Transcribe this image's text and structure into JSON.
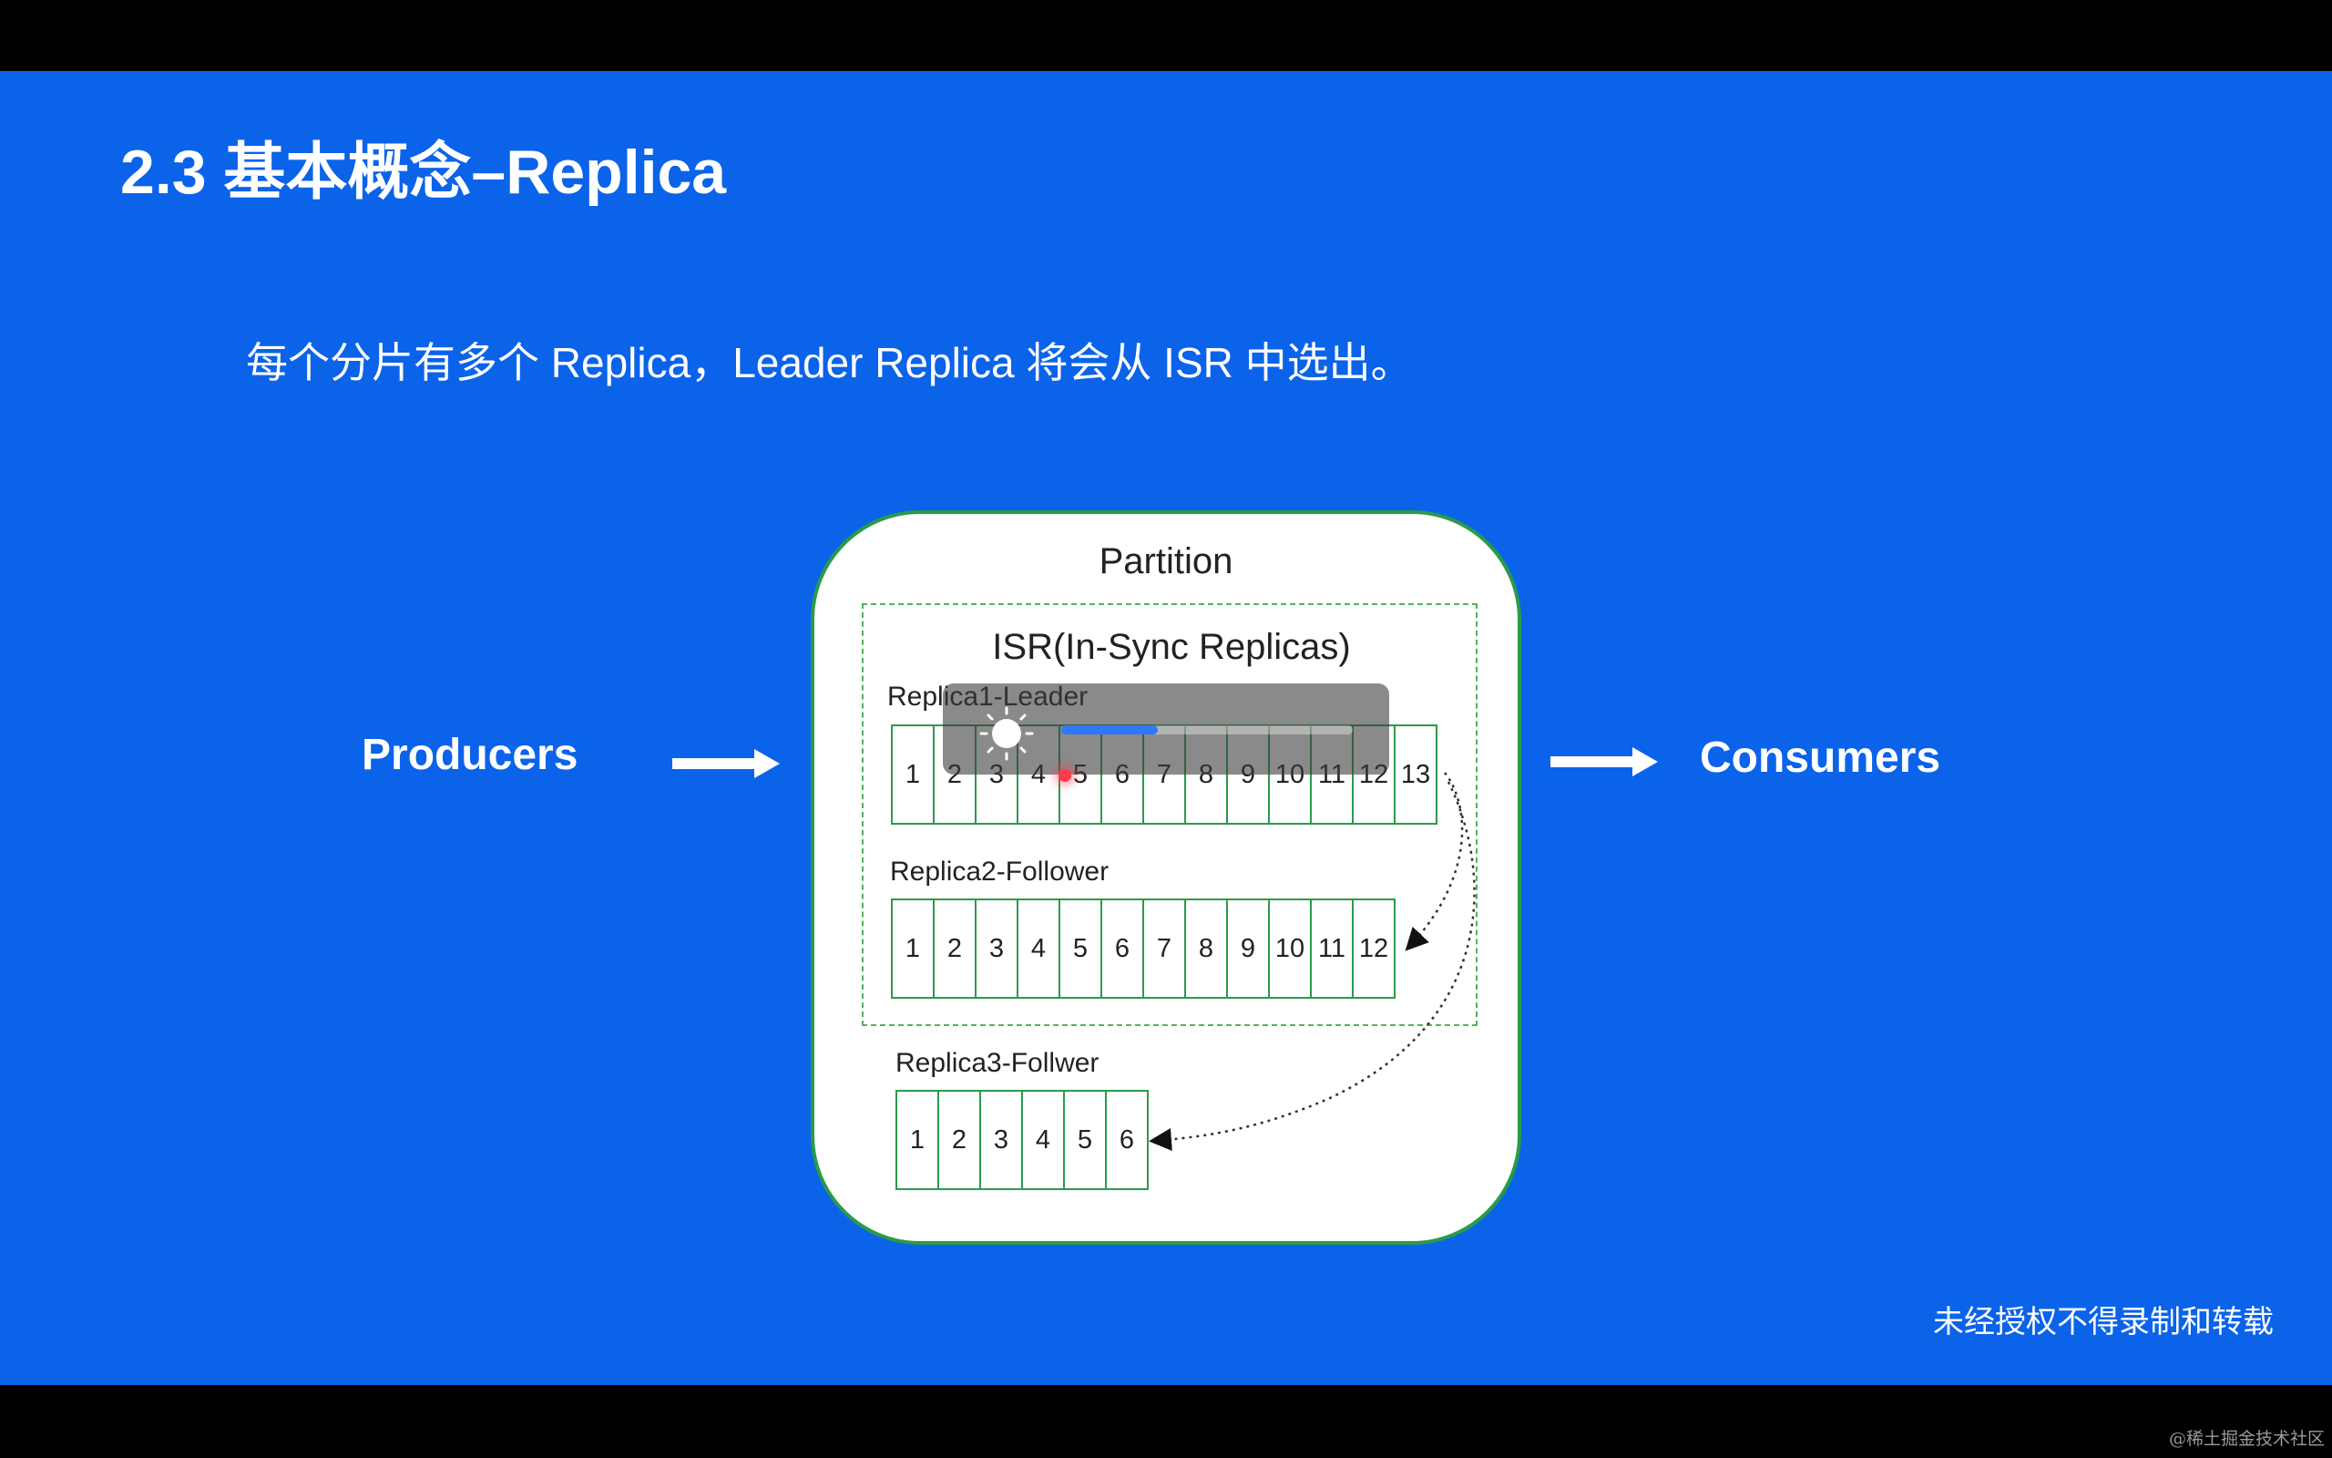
{
  "slide": {
    "title": "2.3 基本概念–Replica",
    "subtitle": "每个分片有多个 Replica，Leader Replica 将会从 ISR 中选出。",
    "footer_note": "未经授权不得录制和转载"
  },
  "diagram": {
    "producers_label": "Producers",
    "consumers_label": "Consumers",
    "partition_title": "Partition",
    "isr_title": "ISR(In-Sync Replicas)",
    "replicas": [
      {
        "label": "Replica1-Leader",
        "cells": [
          "1",
          "2",
          "3",
          "4",
          "5",
          "6",
          "7",
          "8",
          "9",
          "10",
          "11",
          "12",
          "13"
        ]
      },
      {
        "label": "Replica2-Follower",
        "cells": [
          "1",
          "2",
          "3",
          "4",
          "5",
          "6",
          "7",
          "8",
          "9",
          "10",
          "11",
          "12"
        ]
      },
      {
        "label": "Replica3-Follwer",
        "cells": [
          "1",
          "2",
          "3",
          "4",
          "5",
          "6"
        ]
      }
    ]
  },
  "overlay": {
    "icon": "sun-icon",
    "brightness_fraction": 0.33,
    "accent_color": "#2f78ff"
  },
  "colors": {
    "slide_background": "#0b63ea",
    "cell_border": "#2c9a4c",
    "isr_border": "#4fb45c"
  },
  "watermark": "@稀土掘金技术社区"
}
